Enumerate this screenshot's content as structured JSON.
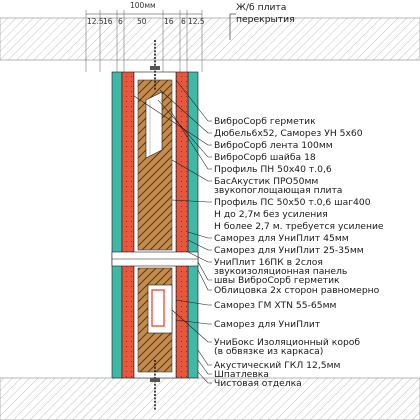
{
  "header": {
    "slab_label_1": "Ж/б плита",
    "slab_label_2": "перекрытия",
    "total_dim": "100мм"
  },
  "dimensions": [
    "12.5",
    "16",
    "6",
    "50",
    "16",
    "6",
    "12.5"
  ],
  "callouts": [
    "ВиброСорб герметик",
    "Дюбель6х52, Саморез УН 5х60",
    "ВиброСорб лента 100мм",
    "ВиброСорб шайба 18",
    "Профиль ПН 50х40 т.0,6",
    "БасАкустик ПРО50мм",
    "звукопоглощающая плита",
    "Профиль ПС 50х50 т.0,6 шаг400",
    "Н до 2,7м без усиления",
    "Н более 2,7 м. требуется усиление",
    "Саморез для УниПлит 45мм",
    "Саморез для УниПлит 25-35мм",
    "УниПлит 16ПК в 2слоя",
    "звукоизоляционная панель",
    "швы ВиброСорб герметик",
    "Облицовка 2х сторон равномерно",
    "Саморез ГМ XTN 55-65мм",
    "Саморез для УниПлит",
    "УниБокс Изоляционный короб",
    "(в обвязке из каркаса)",
    "Акустический ГКЛ 12,5мм",
    "Шпатлевка",
    "Чистовая отделка"
  ],
  "colors": {
    "board_red": "#e8563e",
    "gkl_teal": "#3fb8a8",
    "insulation": "#7a5a30",
    "slab_hatch": "#9a9a9a",
    "line": "#1a1a1a"
  }
}
